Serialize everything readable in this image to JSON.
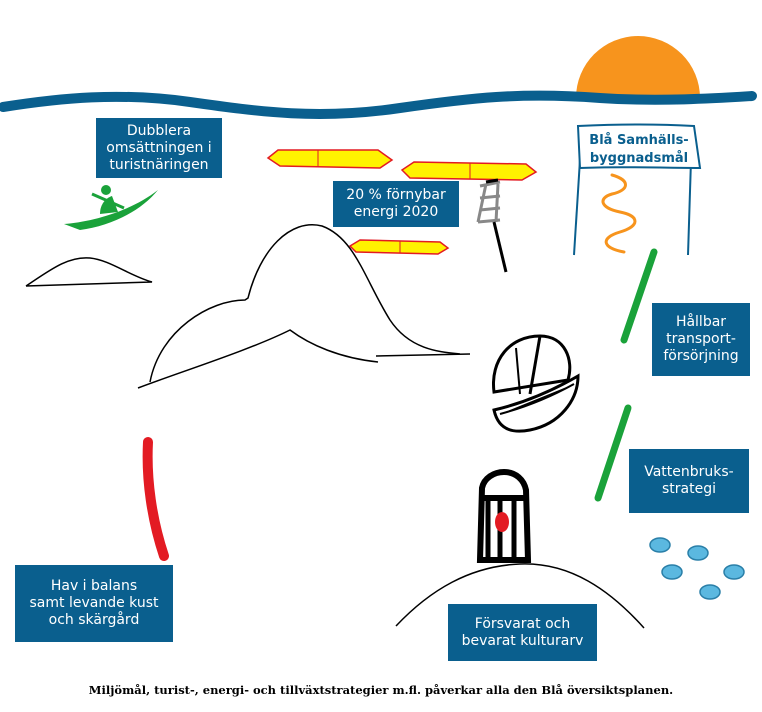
{
  "labels": {
    "dubblera": "Dubblera\nomsättningen i\nturistnäringen",
    "fornybar": "20 % förnybar\nenergi 2020",
    "hallbar": "Hållbar\ntransport-\nförsörjning",
    "vattenbruk": "Vattenbruks-\nstrategi",
    "havibalans": "Hav i balans\nsamt levande kust\noch skärgård",
    "forsvarat": "Försvarat och\nbevarat kulturarv"
  },
  "sign": {
    "line1": "Blå Samhälls-",
    "line2": "byggnadsmål"
  },
  "caption": "Miljömål, turist-, energi- och tillväxtstrategier m.fl. påverkar alla den Blå översiktsplanen.",
  "colors": {
    "label_bg": "#0a5f8e",
    "water": "#0a5f8e",
    "sun": "#f7941d",
    "green": "#1aa23a",
    "red": "#e31b23",
    "wind_farm_fill": "#fff200",
    "wind_farm_edge": "#e31b23",
    "fish": "#5bb8e0"
  }
}
